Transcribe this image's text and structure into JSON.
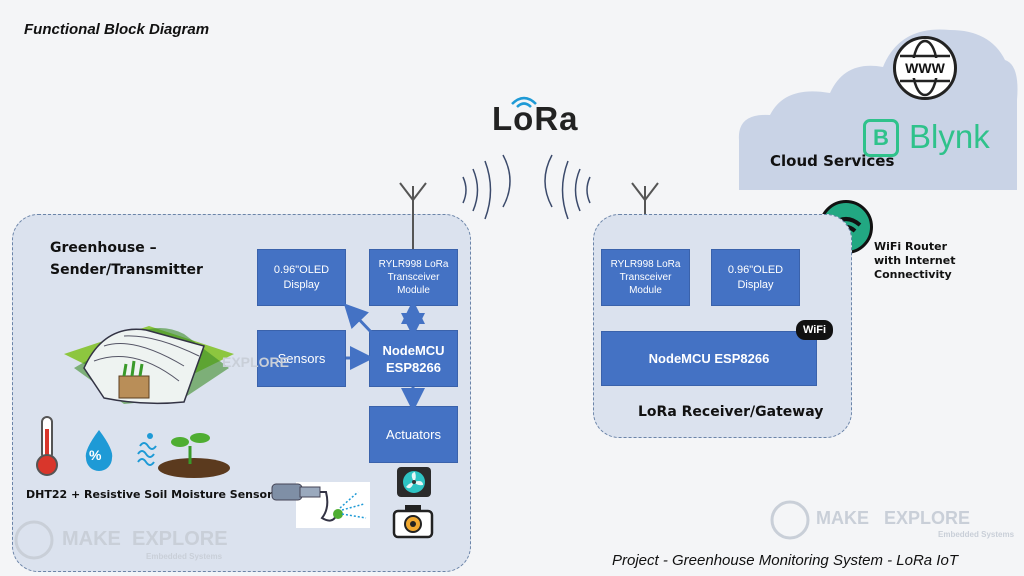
{
  "title": "Functional Block Diagram",
  "lora_logo": "LoRa",
  "cloud": {
    "label": "Cloud Services",
    "www": "WWW",
    "blynk_text": "Blynk",
    "blynk_letter": "B"
  },
  "router": {
    "line1": "WiFi Router",
    "line2": "with Internet",
    "line3": "Connectivity"
  },
  "sender": {
    "title_line1": "Greenhouse  –",
    "title_line2": "Sender/Transmitter",
    "sensors_caption": "DHT22 + Resistive  Soil  Moisture  Sensor",
    "oled": {
      "line1": "0.96\"OLED",
      "line2": "Display"
    },
    "lora_module": {
      "line1": "RYLR998  LoRa",
      "line2": "Transceiver",
      "line3": "Module"
    },
    "sensors": "Sensors",
    "mcu": {
      "line1": "NodeMCU",
      "line2": "ESP8266"
    },
    "actuators": "Actuators",
    "humidity_symbol": "%"
  },
  "receiver": {
    "title": "LoRa Receiver/Gateway",
    "lora_module": {
      "line1": "RYLR998 LoRa",
      "line2": "Transceiver",
      "line3": "Module"
    },
    "oled": {
      "line1": "0.96\"OLED",
      "line2": "Display"
    },
    "mcu": "NodeMCU ESP8266",
    "wifi_badge": "WiFi"
  },
  "watermark": {
    "make": "MAKE",
    "explore": "EXPLORE",
    "sub": "Embedded Systems"
  },
  "footer": "Project -   Greenhouse  Monitoring System - LoRa IoT",
  "colors": {
    "block": "#4472c4",
    "group_fill": "#dbe2ee",
    "group_border": "#6b84a8",
    "cloud": "#c9d3e6",
    "blynk": "#2fc28b",
    "router": "#22a882"
  }
}
